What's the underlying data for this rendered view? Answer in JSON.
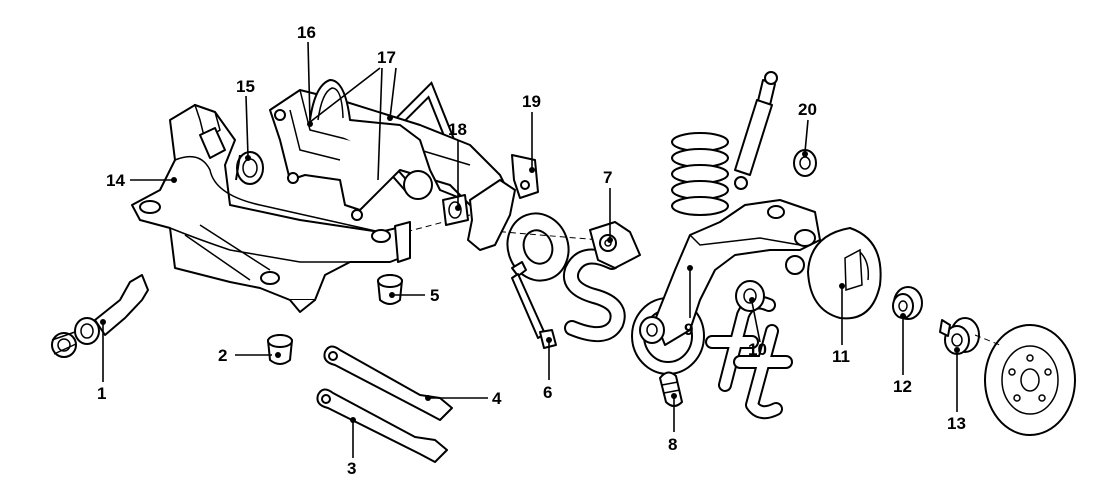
{
  "diagram": {
    "watermark": "soft",
    "parts": [
      {
        "number": "1"
      },
      {
        "number": "2"
      },
      {
        "number": "3"
      },
      {
        "number": "4"
      },
      {
        "number": "5"
      },
      {
        "number": "6"
      },
      {
        "number": "7"
      },
      {
        "number": "8"
      },
      {
        "number": "9"
      },
      {
        "number": "10"
      },
      {
        "number": "11"
      },
      {
        "number": "12"
      },
      {
        "number": "13"
      },
      {
        "number": "14"
      },
      {
        "number": "15"
      },
      {
        "number": "16"
      },
      {
        "number": "17"
      },
      {
        "number": "18"
      },
      {
        "number": "19"
      },
      {
        "number": "20"
      }
    ]
  }
}
